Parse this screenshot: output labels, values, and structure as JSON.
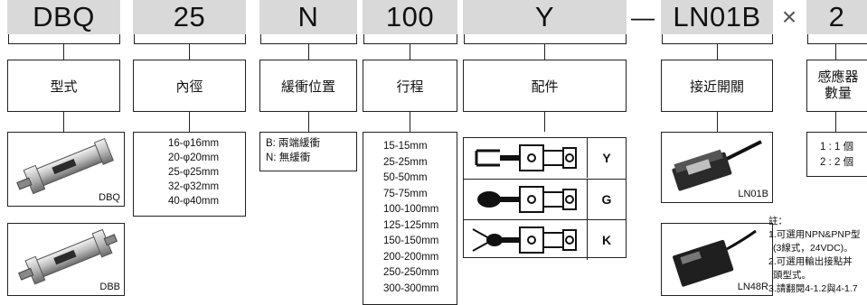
{
  "header": {
    "model": "DBQ",
    "bore": "25",
    "cushion": "N",
    "stroke": "100",
    "accessory": "Y",
    "dash": "—",
    "switch": "LN01B",
    "times": "×",
    "qty": "2"
  },
  "titles": {
    "model": "型式",
    "bore": "內徑",
    "cushion": "緩衝位置",
    "stroke": "行程",
    "accessory": "配件",
    "switch": "接近開關",
    "qty_line1": "感應器",
    "qty_line2": "數量"
  },
  "model_images": [
    "DBQ",
    "DBB"
  ],
  "bore_options": [
    "16-φ16mm",
    "20-φ20mm",
    "25-φ25mm",
    "32-φ32mm",
    "40-φ40mm"
  ],
  "cushion_options": [
    "B: 兩端緩衝",
    "N: 無緩衝"
  ],
  "stroke_options": [
    "15-15mm",
    "25-25mm",
    "50-50mm",
    "75-75mm",
    "100-100mm",
    "125-125mm",
    "150-150mm",
    "200-200mm",
    "250-250mm",
    "300-300mm"
  ],
  "accessory_options": [
    "Y",
    "G",
    "K"
  ],
  "switch_images": [
    "LN01B",
    "LN48R"
  ],
  "qty_options": [
    "1 : 1 個",
    "2 : 2 個"
  ],
  "notes": {
    "title": "註：",
    "line1": "1.可選用NPN&PNP型",
    "line2": "(3線式，24VDC)。",
    "line3": "2.可選用輸出接點丼",
    "line4": "頭型式。",
    "line5": "3.請翻閱4-1.2與4-1.7"
  }
}
